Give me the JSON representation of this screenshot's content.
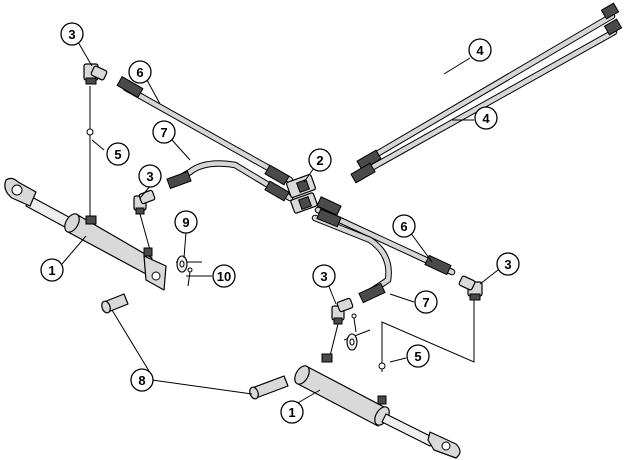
{
  "diagram": {
    "callouts": [
      {
        "label": "1"
      },
      {
        "label": "1"
      },
      {
        "label": "2"
      },
      {
        "label": "3"
      },
      {
        "label": "3"
      },
      {
        "label": "3"
      },
      {
        "label": "3"
      },
      {
        "label": "4"
      },
      {
        "label": "4"
      },
      {
        "label": "5"
      },
      {
        "label": "5"
      },
      {
        "label": "6"
      },
      {
        "label": "6"
      },
      {
        "label": "7"
      },
      {
        "label": "7"
      },
      {
        "label": "8"
      },
      {
        "label": "9"
      },
      {
        "label": "10"
      }
    ]
  }
}
